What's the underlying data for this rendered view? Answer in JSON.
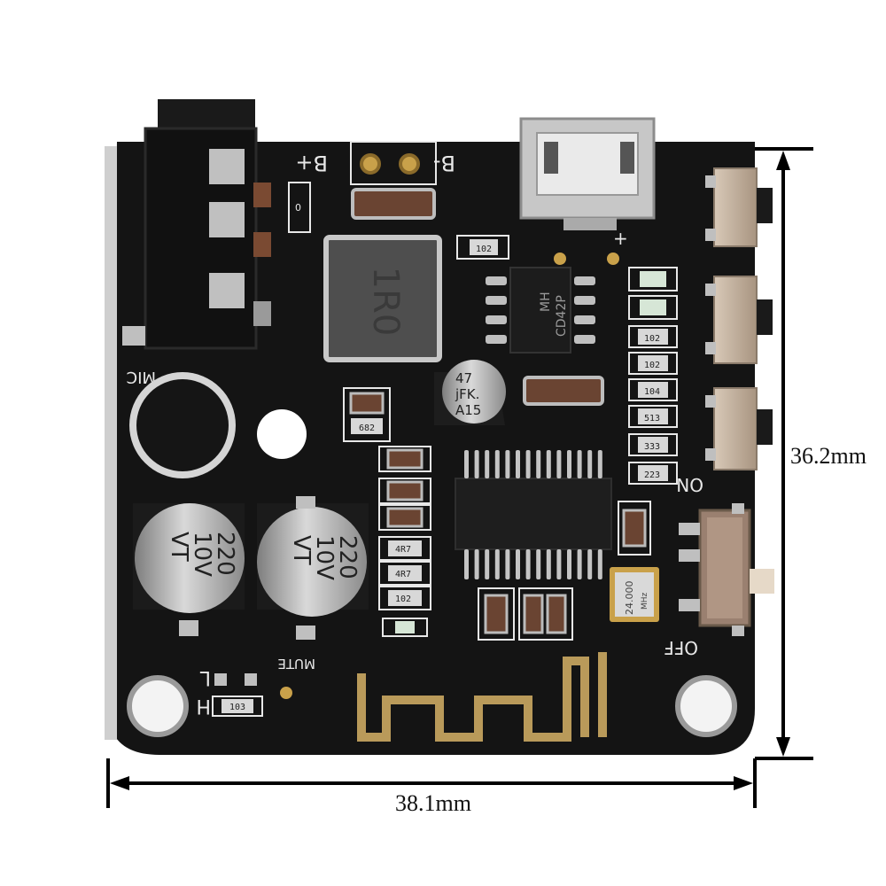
{
  "dimensions": {
    "height_label": "36.2mm",
    "width_label": "38.1mm"
  },
  "silkscreen": {
    "b_plus": "B+",
    "b_minus": "B-",
    "mic": "MIC",
    "mute": "MUTE",
    "l": "L",
    "h": "H",
    "on": "ON",
    "off": "OFF",
    "plus": "+",
    "zero": "0"
  },
  "components": {
    "inductor": "1R0",
    "ic": [
      "MH",
      "CD42P"
    ],
    "electrolytic_small": [
      "47",
      "jFK.",
      "A15"
    ],
    "cap_left": [
      "220",
      "10V",
      "VT"
    ],
    "cap_right": [
      "220",
      "10V",
      "VT"
    ],
    "crystal": [
      "24.000",
      "MHz"
    ],
    "resistors": {
      "r102_top": "102",
      "r682": "682",
      "r4r7_a": "4R7",
      "r4r7_b": "4R7",
      "r102_bot": "102",
      "r103": "103",
      "col_1": "102",
      "col_2": "102",
      "col_3": "104",
      "col_4": "513",
      "col_5": "333",
      "col_6": "223"
    }
  },
  "colors": {
    "pcb": "#141414",
    "pad_gold": "#c9a14a",
    "pad_silver": "#bfbfbf",
    "silk": "#e8e8e8"
  }
}
